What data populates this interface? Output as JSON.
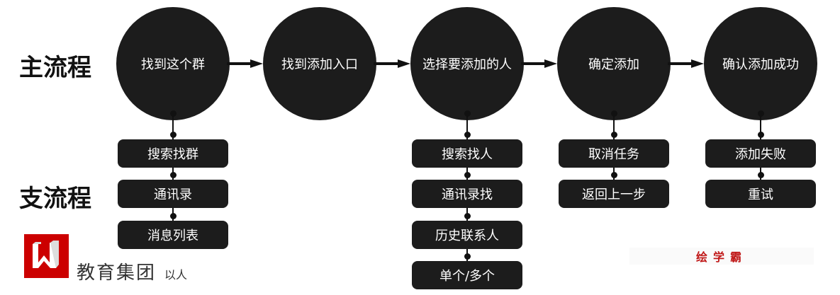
{
  "labels": {
    "main": "主流程",
    "branch": "支流程"
  },
  "main_steps": [
    "找到这个群",
    "找到添加入口",
    "选择要添加的人",
    "确定添加",
    "确认添加成功"
  ],
  "branches": [
    [
      "搜索找群",
      "通讯录",
      "消息列表"
    ],
    [],
    [
      "搜索找人",
      "通讯录找",
      "历史联系人",
      "单个/多个"
    ],
    [
      "取消任务",
      "返回上一步"
    ],
    [
      "添加失败",
      "重试"
    ]
  ],
  "overlay": {
    "edu": "教育集团",
    "slogan": "以人"
  },
  "watermark": "绘学霸",
  "colors": {
    "node": "#1c1c1c",
    "logo": "#cc0000",
    "watermark": "#c01818"
  }
}
